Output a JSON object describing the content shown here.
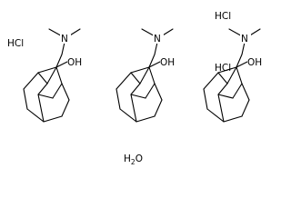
{
  "molecule": {
    "units": [
      {
        "salt_label": "HCl"
      },
      {
        "salt_label": ""
      },
      {
        "salt_label": "HCl"
      }
    ],
    "amine_label": "N",
    "hydroxyl_label": "OH",
    "extra_label": "HCl"
  },
  "water": {
    "main": "H",
    "subscript": "2",
    "tail": "O"
  }
}
